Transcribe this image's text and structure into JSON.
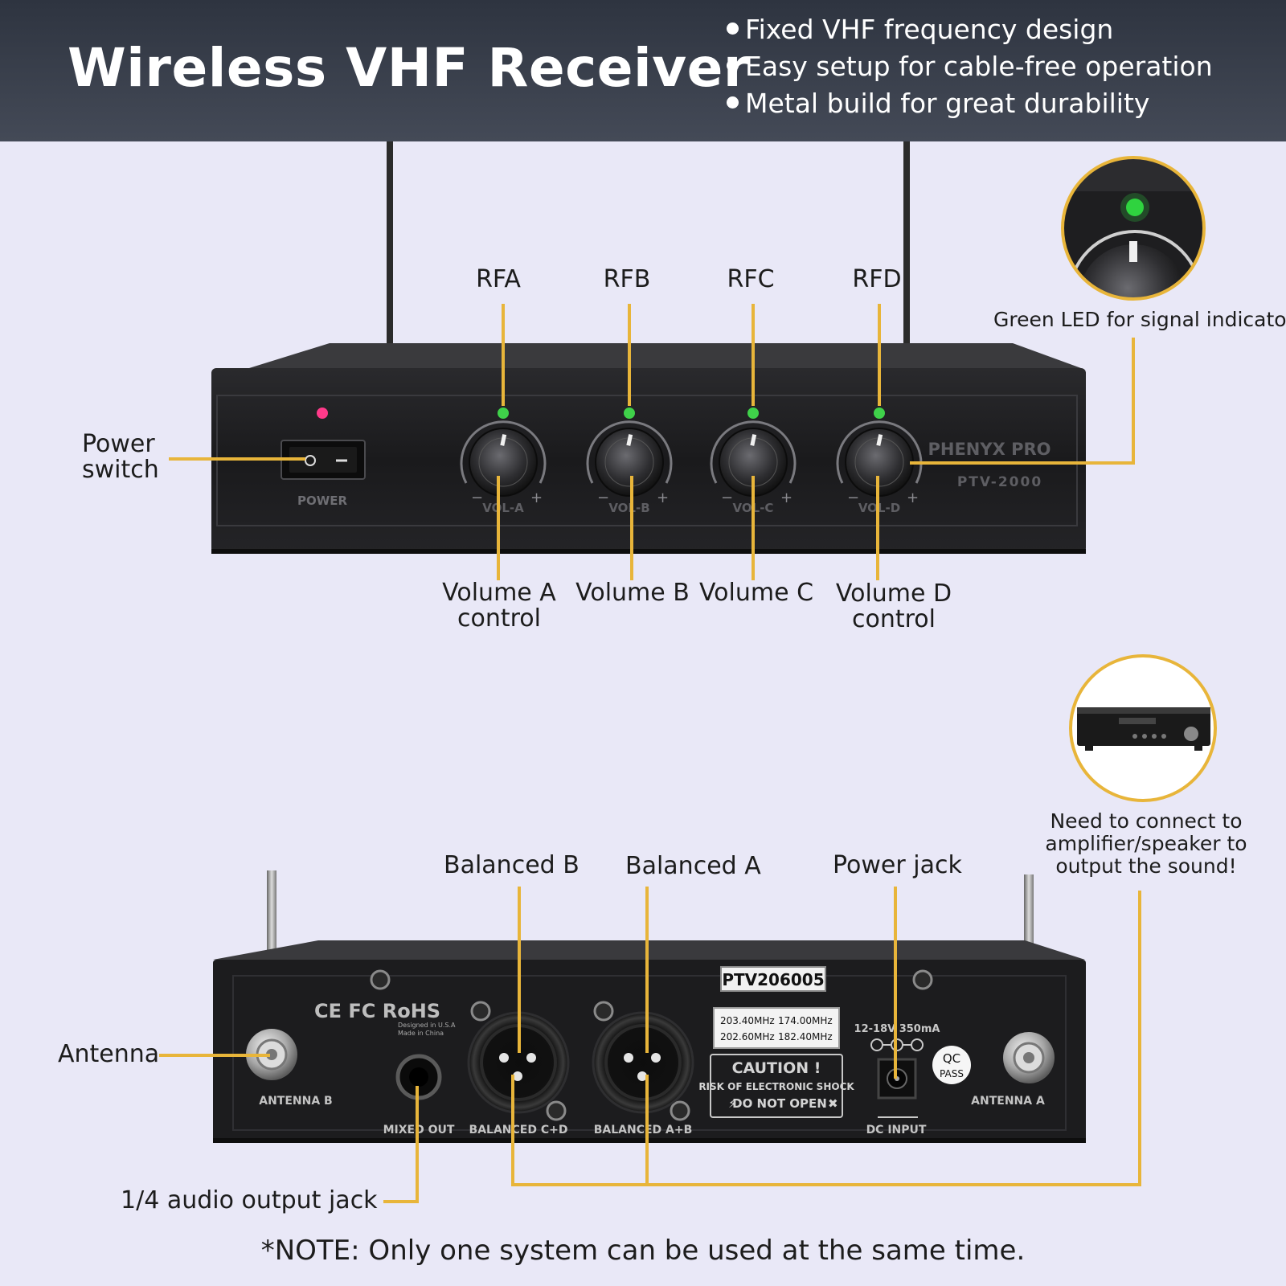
{
  "header": {
    "title": "Wireless VHF Receiver",
    "features": [
      "Fixed VHF frequency design",
      "Easy setup for cable-free operation",
      "Metal build for great durability"
    ]
  },
  "front_panel": {
    "brand": "PHENYX PRO",
    "model": "PTV-2000",
    "power_label": "POWER",
    "channels": [
      {
        "rf": "RFA",
        "vol": "VOL-A"
      },
      {
        "rf": "RFB",
        "vol": "VOL-B"
      },
      {
        "rf": "RFC",
        "vol": "VOL-C"
      },
      {
        "rf": "RFD",
        "vol": "VOL-D"
      }
    ],
    "callouts": {
      "power_switch": [
        "Power",
        "switch"
      ],
      "volume_a": [
        "Volume A",
        "control"
      ],
      "volume_b": "Volume B",
      "volume_c": "Volume C",
      "volume_d": [
        "Volume D",
        "control"
      ],
      "led": "Green LED for signal indicator"
    }
  },
  "rear_panel": {
    "model_plate": "PTV206005",
    "cert_text": "CE FC RoHS",
    "origin_line1": "Designed in U.S.A",
    "origin_line2": "Made in China",
    "freq": [
      "203.40MHz",
      "174.00MHz",
      "202.60MHz",
      "182.40MHz"
    ],
    "caution_title": "CAUTION !",
    "caution_line1": "RISK OF ELECTRONIC SHOCK",
    "caution_line2": "DO NOT OPEN",
    "power_spec": "12-18V 350mA",
    "qc_line1": "QC",
    "qc_line2": "PASS",
    "ports": {
      "antenna_b": "ANTENNA B",
      "mixed_out": "MIXED OUT",
      "balanced_cd": "BALANCED C+D",
      "balanced_ab": "BALANCED A+B",
      "dc_input": "DC INPUT",
      "antenna_a": "ANTENNA A"
    },
    "callouts": {
      "balanced_b": "Balanced B",
      "balanced_a": "Balanced A",
      "power_jack": "Power jack",
      "antenna": "Antenna",
      "audio_out": "1/4 audio output jack",
      "amp_note": [
        "Need to connect to",
        "amplifier/speaker to",
        "output the sound!"
      ]
    }
  },
  "note": "*NOTE: Only one system can be used at the same time.",
  "colors": {
    "header_bg": "#3a404c",
    "page_bg": "#e9e8f7",
    "accent": "#e8b53a",
    "device": "#1c1c1e",
    "led_green": "#3fd14a",
    "power_led": "#ff3a8a"
  }
}
